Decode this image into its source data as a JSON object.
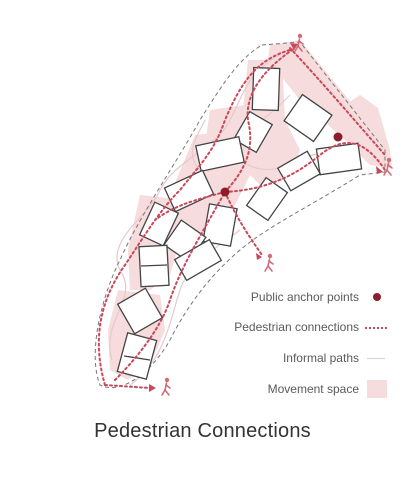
{
  "header": {
    "cutoff_text": ""
  },
  "legend": {
    "anchor": "Public anchor points",
    "pedestrian": "Pedestrian connections",
    "informal": "Informal paths",
    "movement": "Movement space"
  },
  "title": "Pedestrian Connections",
  "colors": {
    "anchor": "#8b1e2a",
    "pedestrian": "#c9485a",
    "movement": "#f6dcdc",
    "informal": "#e6c9cc",
    "buildings": "#444444",
    "boundary": "#777777"
  }
}
